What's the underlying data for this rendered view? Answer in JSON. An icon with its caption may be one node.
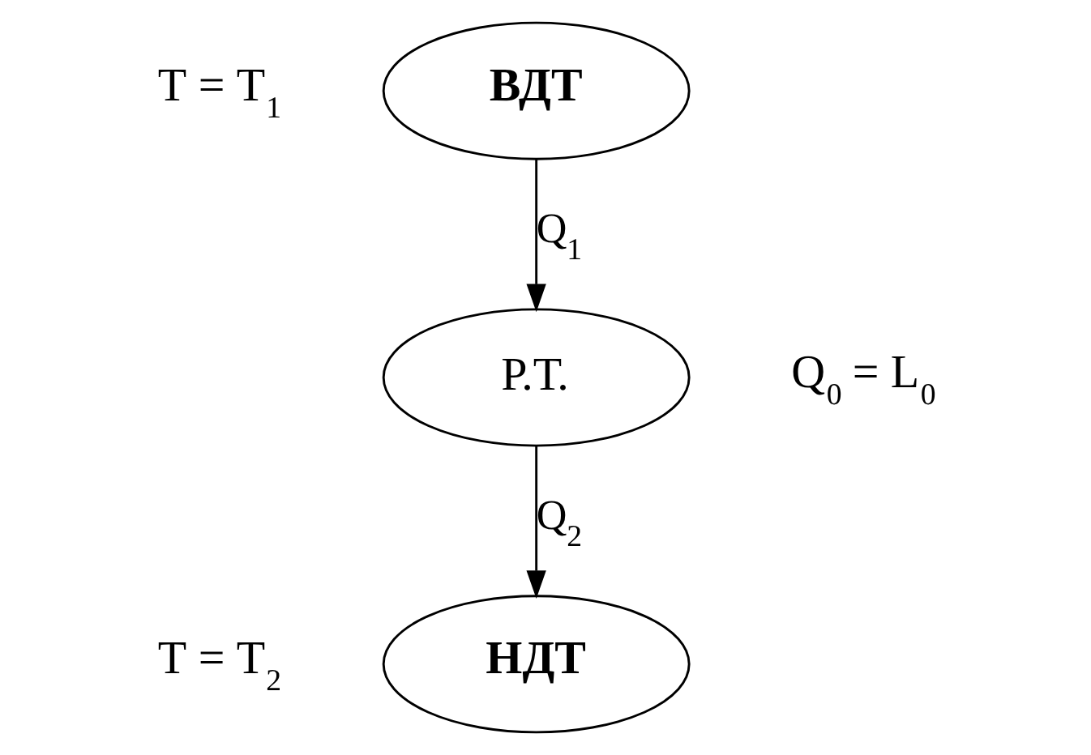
{
  "diagram": {
    "nodes": [
      {
        "text": [
          "ВДТ"
        ],
        "beside": [
          "T = T$_{1}$"
        ]
      },
      {
        "text": [
          "Р.Т."
        ]
      },
      {
        "text": [
          "НДТ"
        ],
        "beside": [
          "T = T$_{2}$"
        ]
      }
    ],
    "edges": [
      {
        "from": 0,
        "to": 1,
        "arrow": "to",
        "label": "Q$_{1}$"
      },
      {
        "from": 1,
        "to": 2,
        "arrow": "to",
        "label": "Q$_{2}$"
      }
    ],
    "labels": [
      "Q$_{0}$ = L$_{0}$"
    ]
  }
}
